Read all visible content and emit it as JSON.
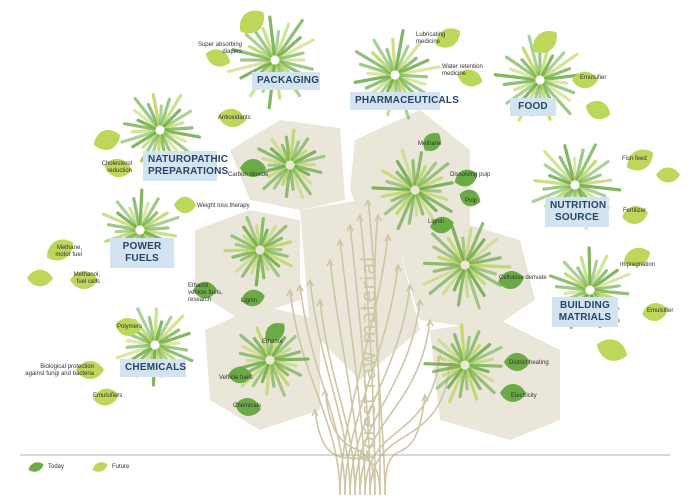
{
  "categories": {
    "packaging": "PACKAGING",
    "pharmaceuticals": "PHARMACEUTICALS",
    "food": "FOOD",
    "naturopathic": "NATUROPATHIC PREPARATIONS",
    "nutrition": "NUTRITION SOURCE",
    "power_fuels": "POWER FUELS",
    "building": "BUILDING MATRIALS",
    "chemicals": "CHEMICALS"
  },
  "labels": {
    "super_absorbing": "Super absorbing diapers",
    "antioxidants": "Antioxidants",
    "lubricating": "Lubricating medicine",
    "water_retention": "Water retention medicine",
    "emulsifier_food": "Emulsifier",
    "methane_top": "Methane",
    "cholesterol": "Cholesterol reduction",
    "carbon_dioxide": "Carbon dioxide",
    "dissolving_pulp": "Dissolving pulp",
    "fish_feed": "Fish feed",
    "pulp": "Pulp",
    "lignin_top": "Lignin",
    "fertilizer": "Fertilizer",
    "weight_loss": "Weight loss therapy",
    "methane_motor": "Methane, motor fuel",
    "methanol": "Methanol, fuel cells",
    "ethanol_vehicle": "Ethanol, vehicle fuels, research",
    "lignin_mid": "Lignin",
    "cellulose": "Cellulose derivate",
    "impregnation": "Impregnation",
    "emulsifier_build": "Emulsifier",
    "polymers": "Polymers",
    "ethanol": "Ethanol",
    "bio_protection": "Biological protection against fungi and bacteria",
    "vehicle_fuels": "Vehicle fuels",
    "district_heating": "District heating",
    "emulsifiers_chem": "Emulsifiers",
    "chemicals_item": "Chemicals",
    "electricity": "Electricity"
  },
  "trunk_text": "Forest raw material",
  "legend": {
    "today": "Today",
    "future": "Future"
  },
  "colors": {
    "today_leaf": "#6aab45",
    "future_leaf": "#bcd75a",
    "box_fill": "#d3e3f0",
    "box_text": "#26456b",
    "canopy": "#e9e6d8",
    "trunk": "#cfc6a6"
  }
}
